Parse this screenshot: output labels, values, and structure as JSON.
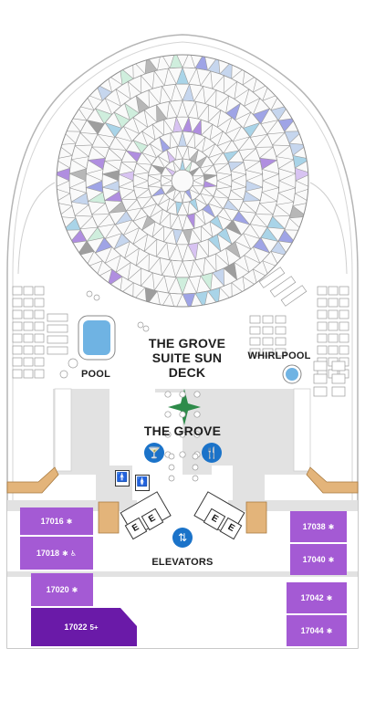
{
  "areas": {
    "deck_title_line1": "THE GROVE",
    "deck_title_line2": "SUITE SUN",
    "deck_title_line3": "DECK",
    "grove": "THE GROVE",
    "pool": "POOL",
    "whirlpool": "WHIRLPOOL",
    "elevators": "ELEVATORS"
  },
  "cabins_left": [
    {
      "number": "17016",
      "icon": "✱"
    },
    {
      "number": "17018",
      "icon": "✱ ♿"
    },
    {
      "number": "17020",
      "icon": "✱"
    },
    {
      "number": "17022",
      "icon": "5+"
    }
  ],
  "cabins_right": [
    {
      "number": "17038",
      "icon": "✱"
    },
    {
      "number": "17040",
      "icon": "✱"
    },
    {
      "number": "17042",
      "icon": "✱"
    },
    {
      "number": "17044",
      "icon": "✱"
    }
  ],
  "icons": {
    "bar": "🍸",
    "dining": "🍴",
    "elevator": "⇅",
    "restroom_men": "🚹",
    "restroom_women": "🚺"
  },
  "elevator_letter": "E",
  "colors": {
    "suite_purple": "#a45ad4",
    "suite_dark": "#6a1aa8",
    "amenity_blue": "#1b73c9",
    "grove_green": "#2e8b4a",
    "deck_floor": "#e2e2e2",
    "pool_blue": "#6fb3e3",
    "wood": "#e3b47a"
  }
}
